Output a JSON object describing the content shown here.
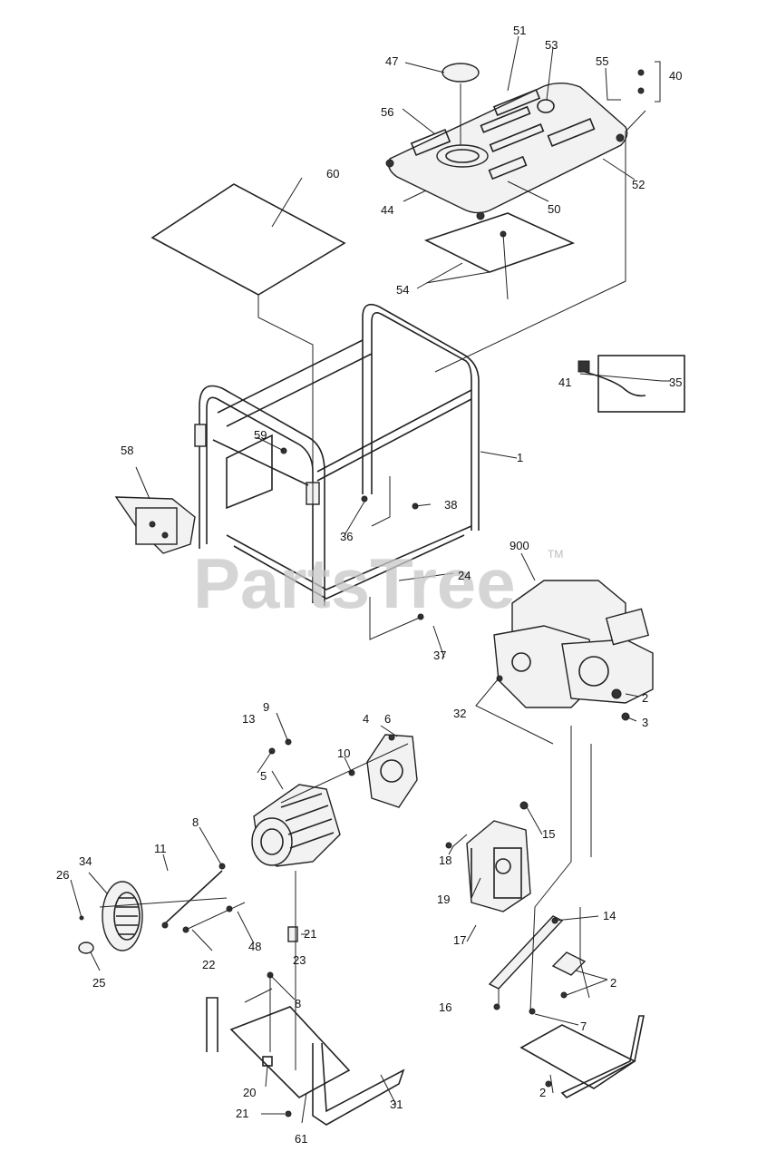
{
  "watermark": "PartsTree",
  "watermark_tm": "TM",
  "callouts": [
    "1",
    "2",
    "3",
    "4",
    "5",
    "6",
    "7",
    "8",
    "9",
    "10",
    "11",
    "13",
    "14",
    "15",
    "16",
    "17",
    "18",
    "19",
    "20",
    "21",
    "22",
    "23",
    "24",
    "25",
    "26",
    "31",
    "32",
    "34",
    "35",
    "36",
    "37",
    "38",
    "40",
    "41",
    "44",
    "47",
    "48",
    "50",
    "51",
    "52",
    "53",
    "54",
    "55",
    "56",
    "58",
    "59",
    "60",
    "61",
    "900"
  ]
}
